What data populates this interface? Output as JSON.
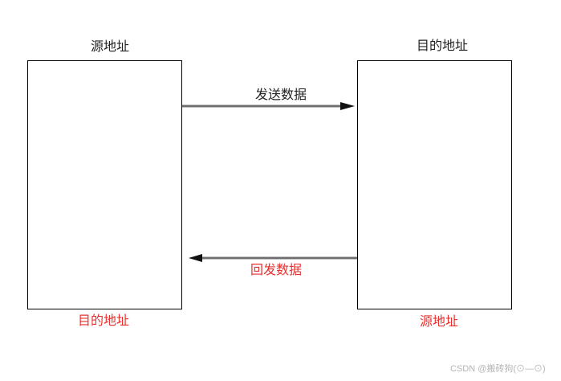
{
  "diagram": {
    "left_box": {
      "top_label": "源地址",
      "bottom_label": "目的地址"
    },
    "right_box": {
      "top_label": "目的地址",
      "bottom_label": "源地址"
    },
    "arrows": {
      "send_label": "发送数据",
      "reply_label": "回发数据"
    }
  },
  "watermark": "CSDN @搬砖狗(⊙—⊙)",
  "colors": {
    "primary_text": "#222222",
    "highlight_text": "#e8312f",
    "arrow": "#7a7a7a",
    "border": "#000000"
  }
}
